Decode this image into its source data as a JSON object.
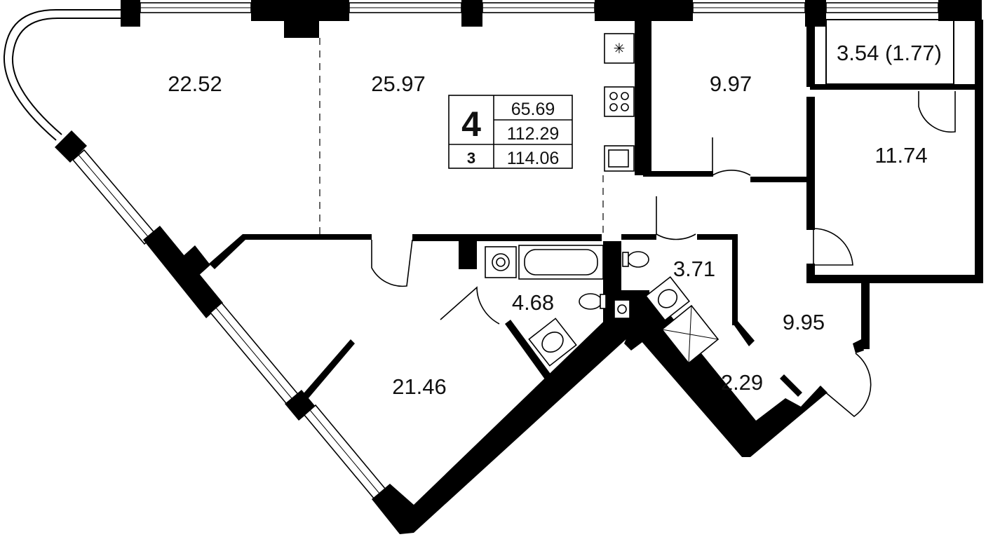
{
  "plan_info": {
    "rooms_count": "4",
    "floor": "3",
    "living_area": "65.69",
    "total_area": "112.29",
    "total_area_with_balcony": "114.06"
  },
  "rooms": {
    "bedroom_nw": "22.52",
    "kitchen_living": "25.97",
    "bedroom_n": "9.97",
    "balcony": "3.54 (1.77)",
    "bedroom_e": "11.74",
    "wc": "3.71",
    "bathroom": "4.68",
    "bedroom_sw": "21.46",
    "hall": "9.95",
    "shower": "2.29"
  }
}
